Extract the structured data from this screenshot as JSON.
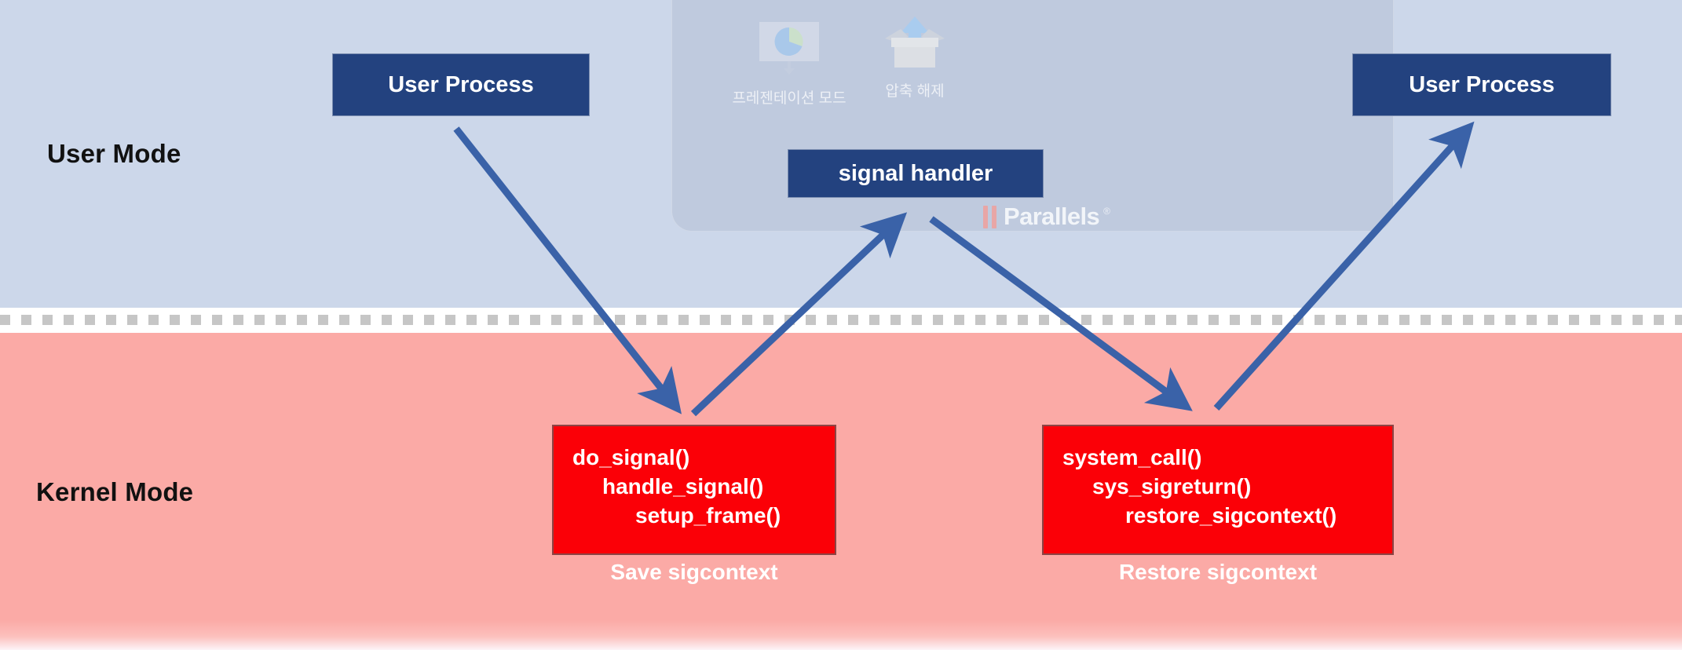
{
  "diagram": {
    "title": "Linux signal handling: user mode and kernel mode transitions",
    "colors": {
      "user_band": "#ccd7ea",
      "kernel_band": "#fbaaa6",
      "process_box": "#23427f",
      "kernel_box": "#fb0007",
      "arrow": "#3a62a8",
      "divider_dash": "#c6c6c6"
    }
  },
  "bands": {
    "user_mode_label": "User Mode",
    "kernel_mode_label": "Kernel Mode"
  },
  "boxes": {
    "user_process_left": "User Process",
    "user_process_right": "User Process",
    "signal_handler": "signal handler",
    "do_signal": {
      "line1": "do_signal()",
      "line2": "handle_signal()",
      "line3": "setup_frame()"
    },
    "system_call": {
      "line1": "system_call()",
      "line2": "sys_sigreturn()",
      "line3": "restore_sigcontext()"
    }
  },
  "captions": {
    "save_sigcontext": "Save sigcontext",
    "restore_sigcontext": "Restore sigcontext"
  },
  "overlay": {
    "tiles": [
      {
        "id": "presentation-mode",
        "label": "프레젠테이션 모드",
        "icon": "presentation-screen-pie-chart-icon"
      },
      {
        "id": "extract-archive",
        "label": "압축 해제",
        "icon": "open-box-up-arrow-icon"
      }
    ],
    "watermark": {
      "word": "Parallels",
      "registered_mark": "®"
    }
  }
}
